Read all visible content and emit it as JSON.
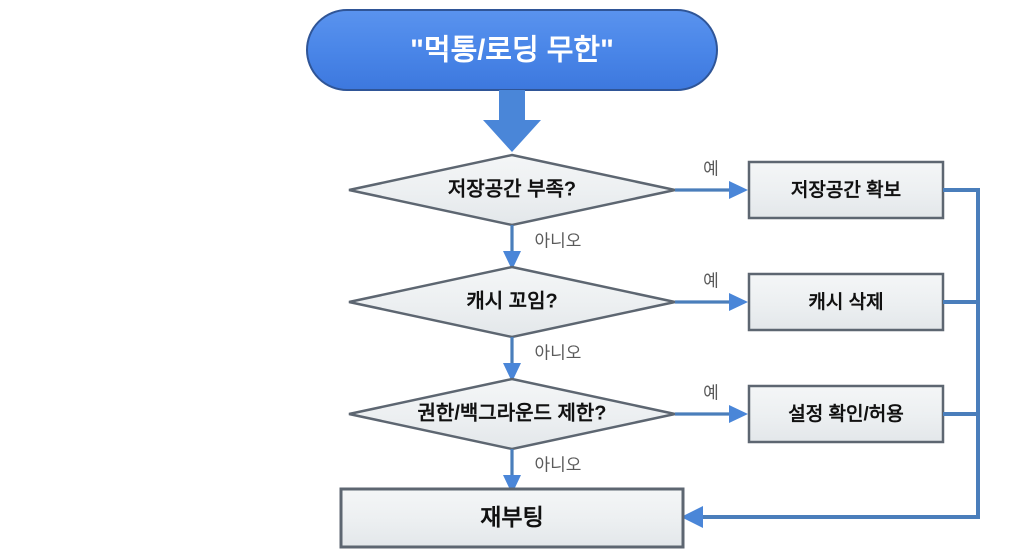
{
  "diagram": {
    "title_node": {
      "id": "start",
      "label": "\"먹통/로딩 무한\"",
      "shape": "rounded-pill",
      "fill": "#4a86e8",
      "text_color": "#ffffff"
    },
    "decisions": [
      {
        "id": "d1",
        "label": "저장공간 부족?",
        "yes_label": "예",
        "no_label": "아니오"
      },
      {
        "id": "d2",
        "label": "캐시 꼬임?",
        "yes_label": "예",
        "no_label": "아니오"
      },
      {
        "id": "d3",
        "label": "권한/백그라운드 제한?",
        "yes_label": "예",
        "no_label": "아니오"
      }
    ],
    "actions": [
      {
        "id": "a1",
        "label": "저장공간 확보"
      },
      {
        "id": "a2",
        "label": "캐시 삭제"
      },
      {
        "id": "a3",
        "label": "설정 확인/허용"
      }
    ],
    "terminal": {
      "id": "end",
      "label": "재부팅"
    },
    "colors": {
      "accent_blue": "#4a86e8",
      "connector_blue": "#4a7ebb",
      "shape_fill": "#eceff1",
      "shape_border": "#5d6671",
      "label_gray": "#5a5a5a",
      "background": "#ffffff"
    }
  },
  "chart_data": {
    "type": "diagram",
    "title": "\"먹통/로딩 무한\"",
    "nodes": [
      {
        "id": "start",
        "type": "terminator",
        "text": "\"먹통/로딩 무한\""
      },
      {
        "id": "d1",
        "type": "decision",
        "text": "저장공간 부족?"
      },
      {
        "id": "a1",
        "type": "process",
        "text": "저장공간 확보"
      },
      {
        "id": "d2",
        "type": "decision",
        "text": "캐시 꼬임?"
      },
      {
        "id": "a2",
        "type": "process",
        "text": "캐시 삭제"
      },
      {
        "id": "d3",
        "type": "decision",
        "text": "권한/백그라운드 제한?"
      },
      {
        "id": "a3",
        "type": "process",
        "text": "설정 확인/허용"
      },
      {
        "id": "end",
        "type": "process",
        "text": "재부팅"
      }
    ],
    "edges": [
      {
        "from": "start",
        "to": "d1",
        "label": ""
      },
      {
        "from": "d1",
        "to": "a1",
        "label": "예"
      },
      {
        "from": "d1",
        "to": "d2",
        "label": "아니오"
      },
      {
        "from": "d2",
        "to": "a2",
        "label": "예"
      },
      {
        "from": "d2",
        "to": "d3",
        "label": "아니오"
      },
      {
        "from": "d3",
        "to": "a3",
        "label": "예"
      },
      {
        "from": "d3",
        "to": "end",
        "label": "아니오"
      },
      {
        "from": "a1",
        "to": "end",
        "label": ""
      },
      {
        "from": "a2",
        "to": "end",
        "label": ""
      },
      {
        "from": "a3",
        "to": "end",
        "label": ""
      }
    ]
  }
}
